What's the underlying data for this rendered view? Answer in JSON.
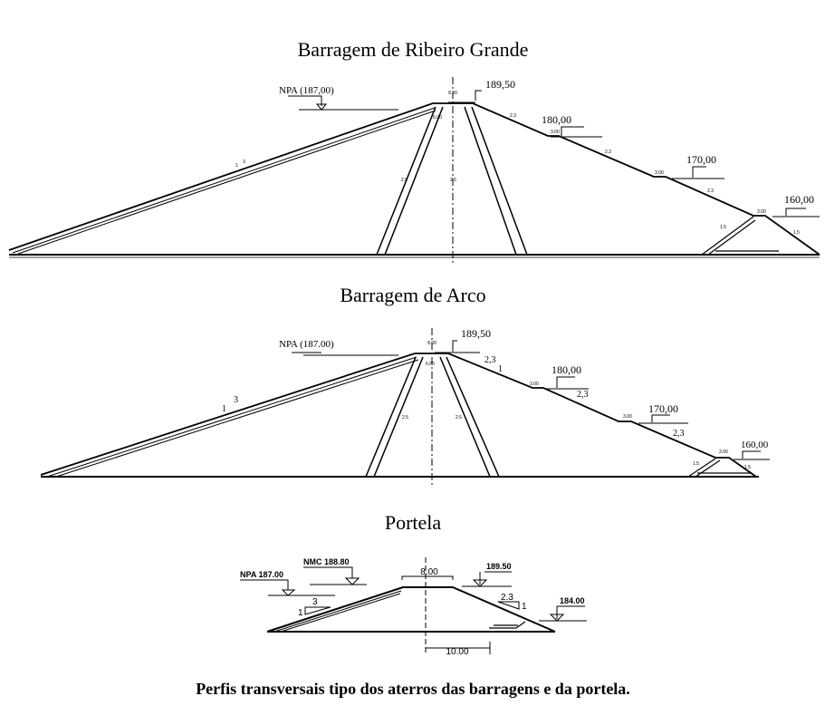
{
  "ribeiro": {
    "title": "Barragem de Ribeiro Grande",
    "npa": "NPA (187,00)",
    "crest_elev": "189,50",
    "crest_width": "8.00",
    "core_top_width": "6.00",
    "slope_up_h": "3",
    "slope_v": "1",
    "core_slope": "2.5",
    "down_slope": "2.3",
    "berm": "3.00",
    "elev_180": "180,00",
    "elev_170": "170,00",
    "elev_160": "160,00",
    "toe_slope": "1.5"
  },
  "arco": {
    "title": "Barragem de Arco",
    "npa": "NPA (187.00)",
    "crest_elev": "189,50",
    "crest_width": "8.00",
    "core_top_width": "6.00",
    "slope_up_h": "3",
    "slope_v": "1",
    "core_slope": "2.5",
    "down_slope": "2,3",
    "berm": "3.00",
    "elev_180": "180,00",
    "elev_170": "170,00",
    "elev_160": "160,00",
    "toe_slope": "1.5"
  },
  "portela": {
    "title": "Portela",
    "npa": "NPA 187.00",
    "nmc": "NMC 188.80",
    "crest_elev": "189.50",
    "crest_width": "8.00",
    "slope_up_h": "3",
    "slope_v": "1",
    "down_slope": "2.3",
    "elev_184": "184.00",
    "base_offset": "10.00"
  },
  "caption": "Perfis transversais tipo dos aterros das barragens e da portela."
}
